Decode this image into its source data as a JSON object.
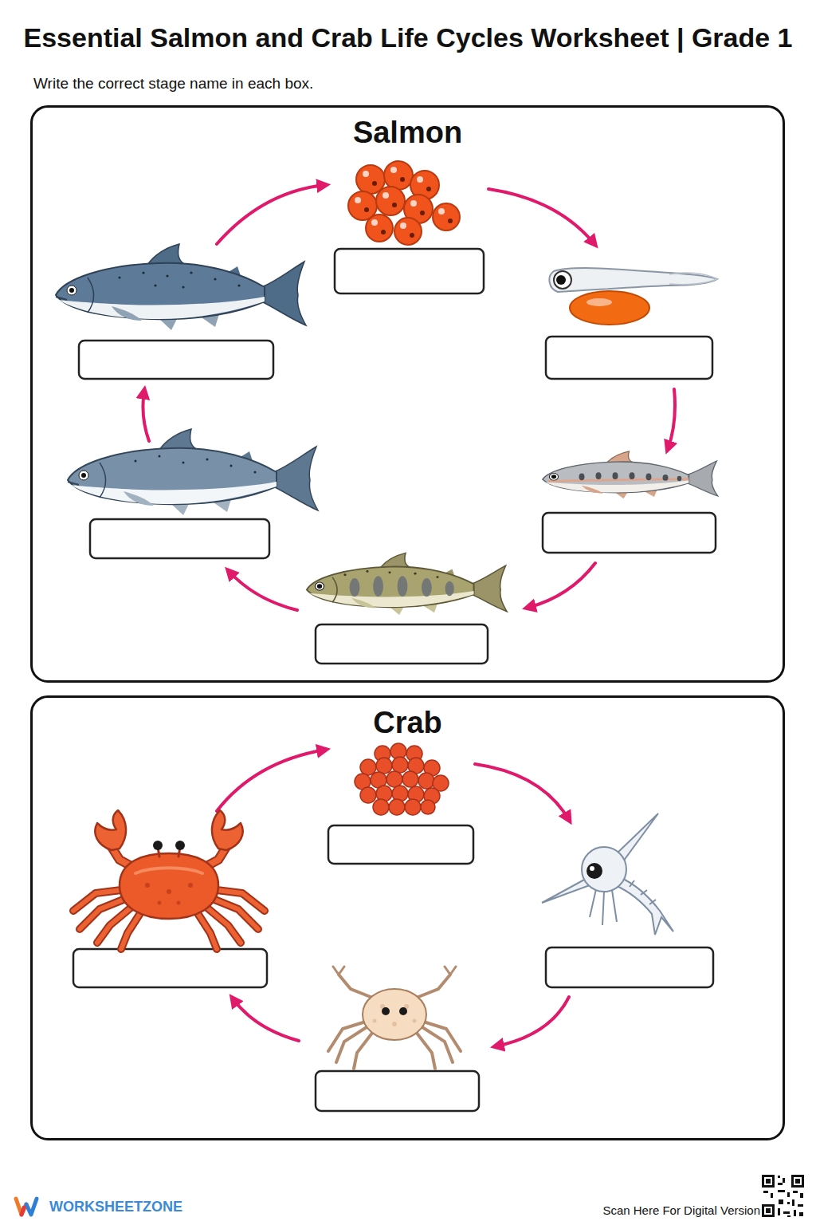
{
  "diagram": {
    "title": "Essential Salmon and Crab Life Cycles Worksheet | Grade 1",
    "nodes": [
      {
        "text": [
          "Salmon"
        ]
      },
      {
        "text": [
          "Crab"
        ]
      }
    ],
    "labels": [
      "Write the correct stage name in each box.",
      "WORKSHEETZONE",
      "Scan Here For Digital Version"
    ]
  }
}
